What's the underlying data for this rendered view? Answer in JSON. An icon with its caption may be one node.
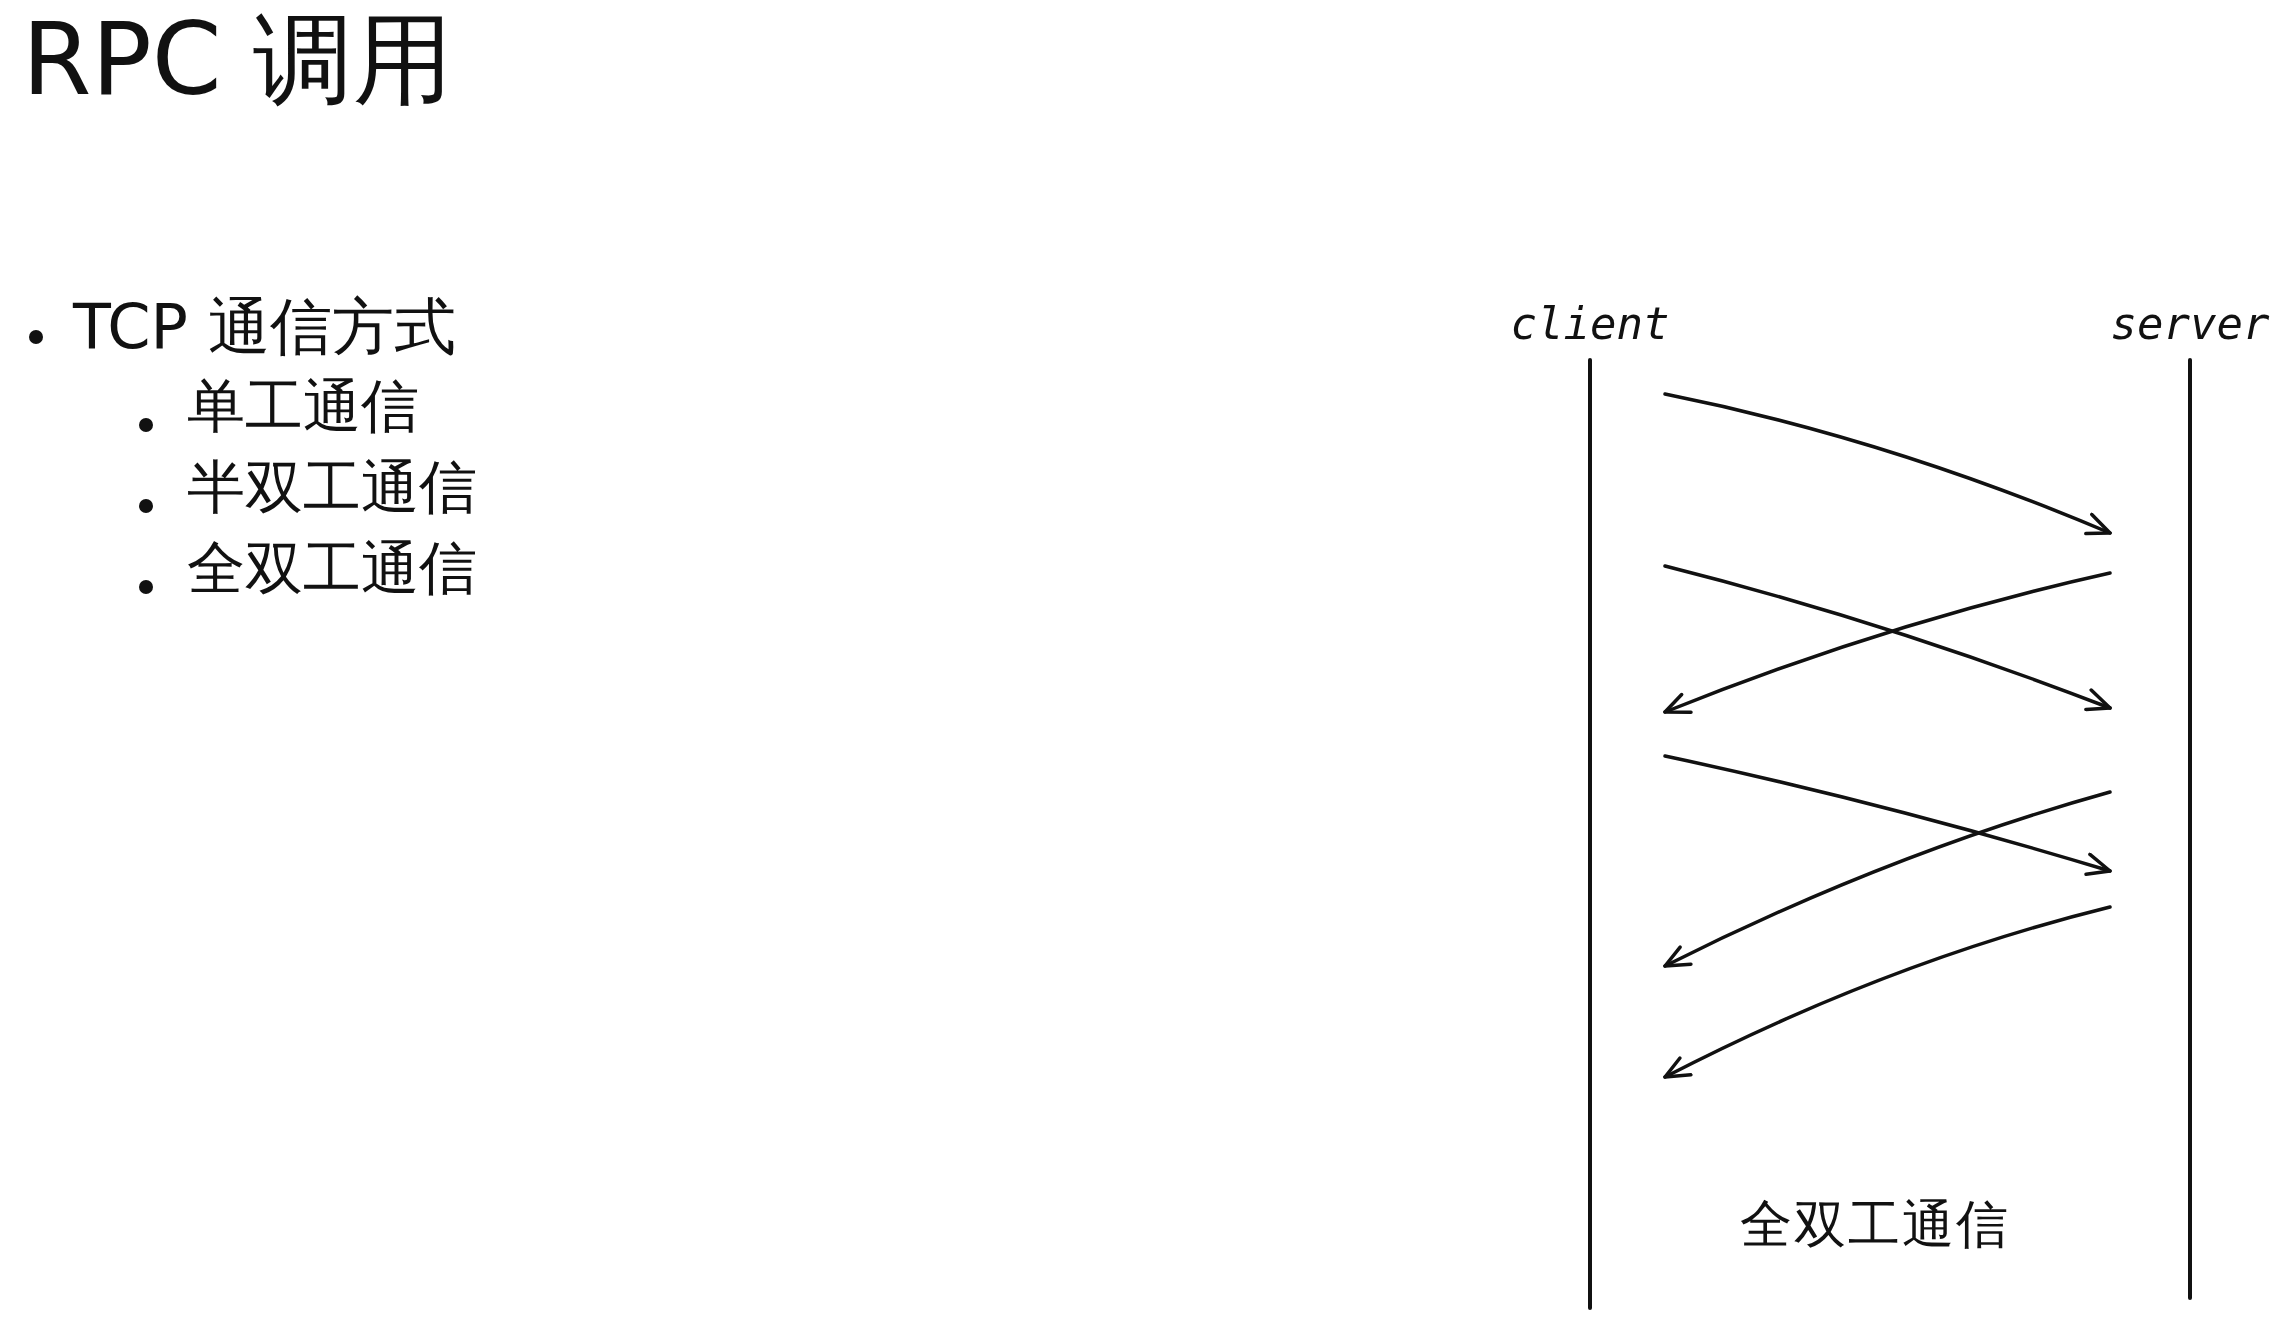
{
  "diagram": {
    "title": "RPC 调用",
    "nodes": [
      {
        "text": [
          "client"
        ]
      },
      {
        "text": [
          "server"
        ]
      }
    ],
    "edges": [
      {
        "from": 0,
        "to": 1,
        "arrow": "to"
      },
      {
        "from": 0,
        "to": 1,
        "arrow": "to"
      },
      {
        "from": 1,
        "to": 0,
        "arrow": "to"
      },
      {
        "from": 0,
        "to": 1,
        "arrow": "to"
      },
      {
        "from": 1,
        "to": 0,
        "arrow": "to"
      },
      {
        "from": 1,
        "to": 0,
        "arrow": "to"
      }
    ],
    "labels": [
      "TCP 通信方式",
      "单工通信",
      "半双工通信",
      "全双工通信",
      "全双工通信"
    ]
  }
}
